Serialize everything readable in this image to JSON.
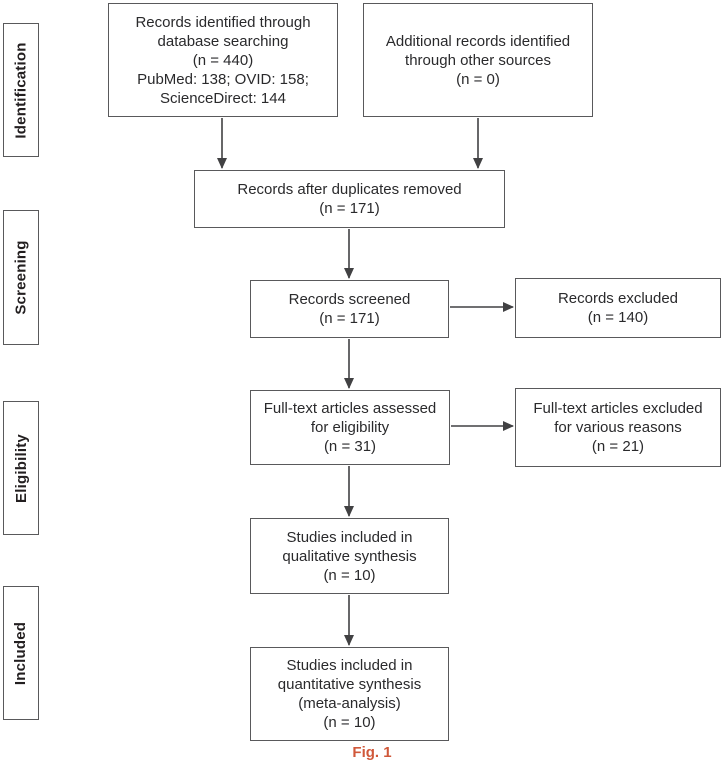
{
  "figure": {
    "caption": "Fig. 1",
    "caption_color": "#d0583a"
  },
  "stages": [
    {
      "label": "Identification"
    },
    {
      "label": "Screening"
    },
    {
      "label": "Eligibility"
    },
    {
      "label": "Included"
    }
  ],
  "boxes": {
    "identified": {
      "text": "Records identified through\ndatabase searching\n(n = 440)\nPubMed: 138; OVID: 158;\nScienceDirect: 144"
    },
    "additional": {
      "text": "Additional records identified\nthrough other sources\n(n = 0)"
    },
    "duplicates_removed": {
      "text": "Records after duplicates removed\n(n = 171)"
    },
    "screened": {
      "text": "Records screened\n(n = 171)"
    },
    "records_excluded": {
      "text": "Records excluded\n(n = 140)"
    },
    "fulltext_assessed": {
      "text": "Full-text articles assessed\nfor eligibility\n(n = 31)"
    },
    "fulltext_excluded": {
      "text": "Full-text articles excluded\nfor various reasons\n(n = 21)"
    },
    "qualitative": {
      "text": "Studies included in\nqualitative synthesis\n(n = 10)"
    },
    "quantitative": {
      "text": "Studies included in\nquantitative synthesis\n(meta-analysis)\n(n = 10)"
    }
  },
  "colors": {
    "box_border": "#59595b",
    "arrow": "#414143",
    "text": "#2a2a2c"
  }
}
